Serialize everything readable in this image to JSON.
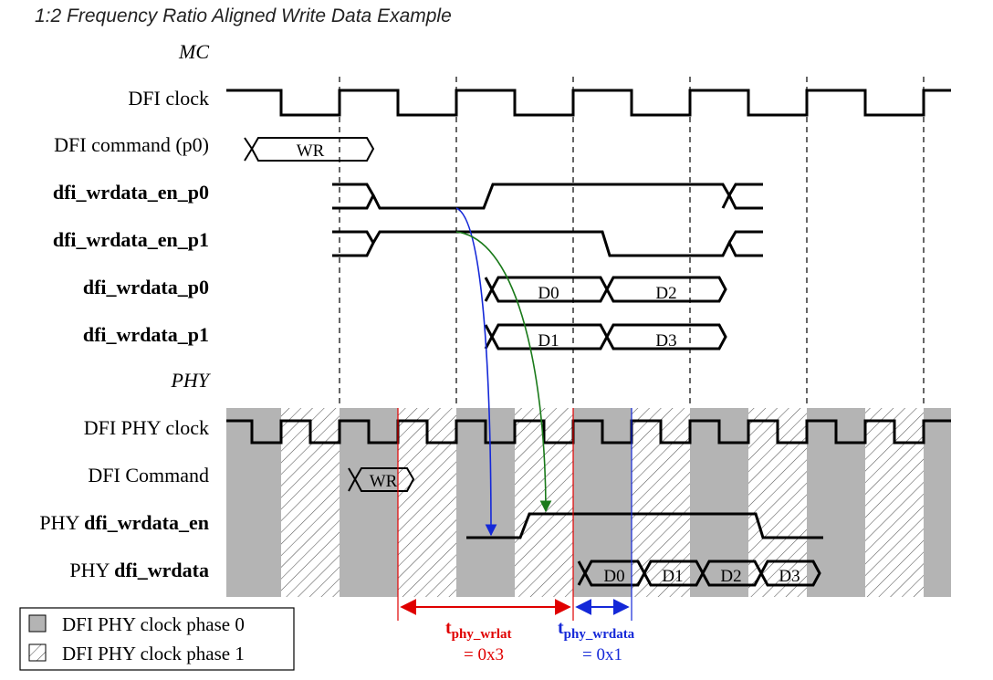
{
  "title": "1:2 Frequency Ratio Aligned Write Data Example",
  "sections": {
    "mc": "MC",
    "phy": "PHY"
  },
  "signals": {
    "dfi_clock": "DFI clock",
    "dfi_command_p0": "DFI command (p0)",
    "wrdata_en_p0": "dfi_wrdata_en_p0",
    "wrdata_en_p1": "dfi_wrdata_en_p1",
    "wrdata_p0": "dfi_wrdata_p0",
    "wrdata_p1": "dfi_wrdata_p1",
    "phy_clock": "DFI PHY clock",
    "phy_command": "DFI Command",
    "phy_wrdata_en_prefix": "PHY ",
    "phy_wrdata_en": "dfi_wrdata_en",
    "phy_wrdata_prefix": "PHY ",
    "phy_wrdata": "dfi_wrdata"
  },
  "bus_values": {
    "cmd_p0": "WR",
    "wrdata_p0": [
      "D0",
      "D2"
    ],
    "wrdata_p1": [
      "D1",
      "D3"
    ],
    "phy_cmd": "WR",
    "phy_wrdata": [
      "D0",
      "D1",
      "D2",
      "D3"
    ]
  },
  "timing": {
    "wrlat_t": "t",
    "wrlat_sub": "phy_wrlat",
    "wrlat_value": "= 0x3",
    "wrdata_t": "t",
    "wrdata_sub": "phy_wrdata",
    "wrdata_value": "= 0x1"
  },
  "legend": {
    "phase0": "DFI PHY clock phase 0",
    "phase1": "DFI PHY clock phase 1"
  },
  "colors": {
    "phase0_fill": "#b4b4b4",
    "wrlat_arrow": "#e00000",
    "wrdata_arrow": "#1428d8",
    "p1_arrow": "#1a7a1a"
  }
}
